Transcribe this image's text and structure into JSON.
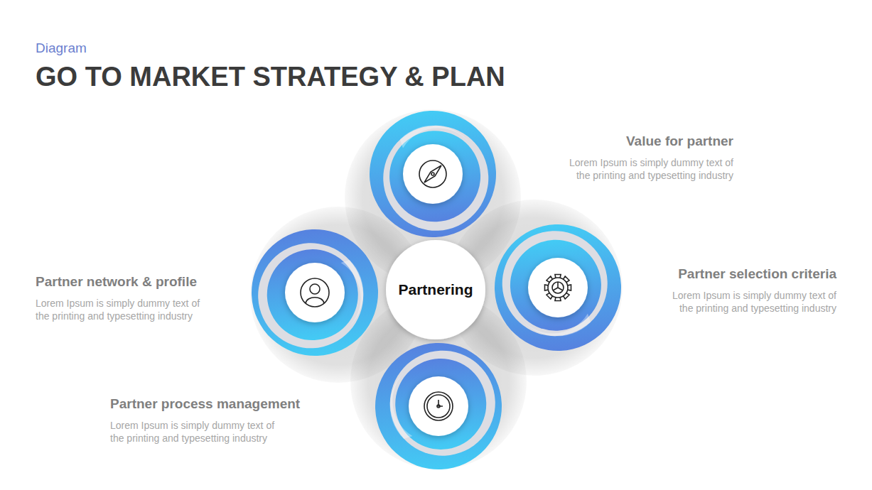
{
  "diagram": {
    "title": "GO TO MARKET STRATEGY & PLAN",
    "nodes": [
      {
        "text": [
          "Value for partner",
          "Lorem Ipsum is simply dummy text of the printing and typesetting industry"
        ]
      },
      {
        "text": [
          "Partner network & profile",
          "Lorem Ipsum is simply dummy text of the printing and typesetting industry"
        ]
      },
      {
        "text": [
          "Partnering"
        ]
      },
      {
        "text": [
          "Partner selection criteria",
          "Lorem Ipsum is simply dummy text of the printing and typesetting industry"
        ]
      },
      {
        "text": [
          "Partner process management",
          "Lorem Ipsum is simply dummy text of the printing and typesetting industry"
        ]
      }
    ],
    "labels": [
      "Diagram"
    ]
  }
}
